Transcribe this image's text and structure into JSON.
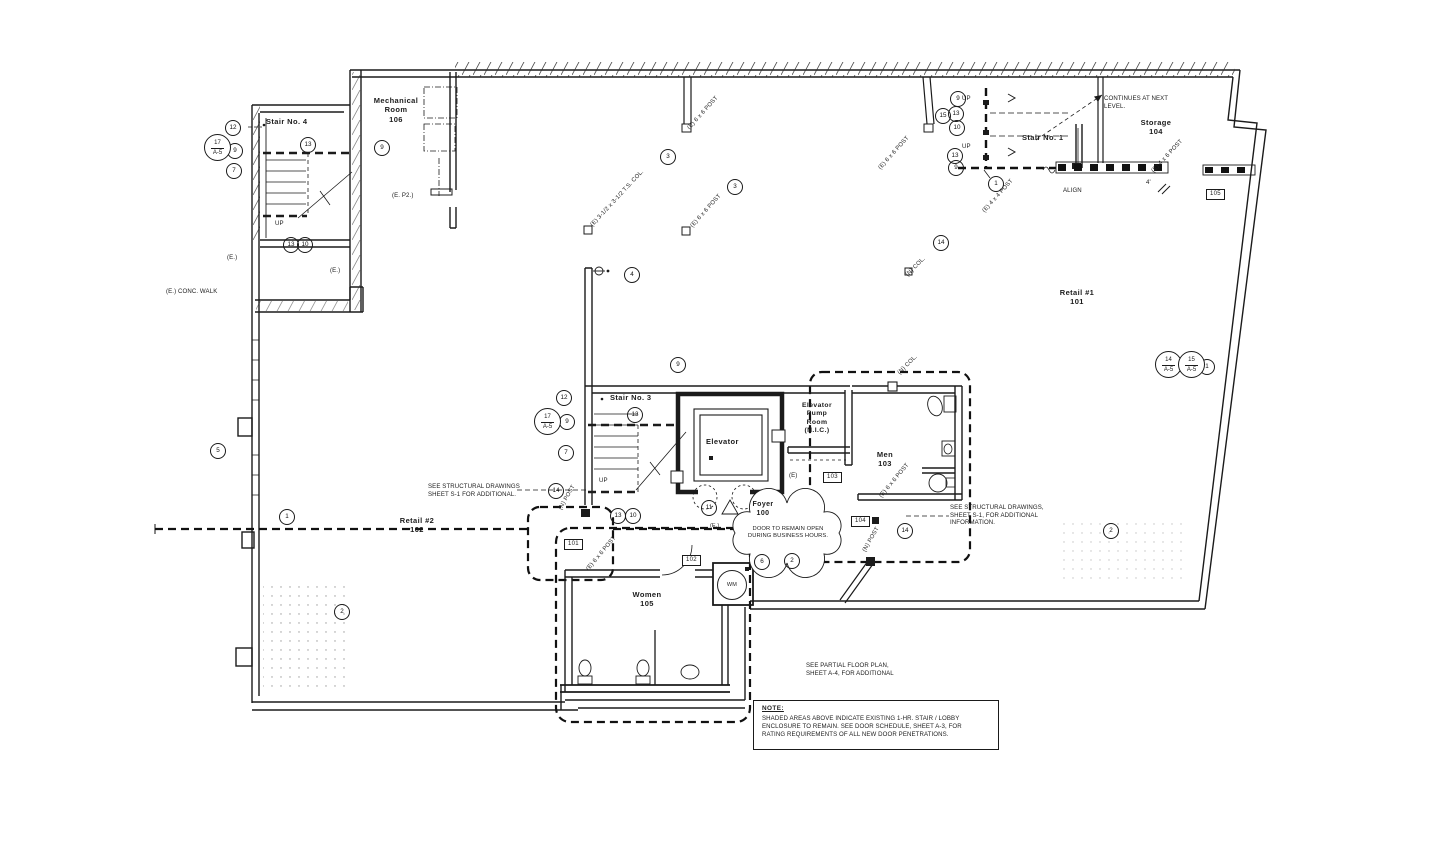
{
  "rooms": {
    "stair4": "Stair No. 4",
    "mech": "Mechanical\nRoom\n106",
    "stair1": "Stair No. 1",
    "storage": "Storage\n104",
    "retail1": "Retail #1\n101",
    "retail2": "Retail #2\n102",
    "stair3": "Stair No. 3",
    "elevator": "Elevator",
    "pump": "Elevator\nPump\nRoom\n(N.I.C.)",
    "men": "Men\n103",
    "foyer": "Foyer\n100",
    "women": "Women\n105"
  },
  "ann": {
    "conc_walk": "(E.) CONC. WALK",
    "e": "(E.)",
    "e2": "(E)",
    "e_p2": "(E. P2.)",
    "up": "UP",
    "continues": "CONTINUES AT NEXT\nLEVEL.",
    "align": "ALIGN",
    "dim4": "4'",
    "post44": "(E) 4 x 4 POST",
    "post46": "(E) 4 x 6 POST",
    "post66": "(E) 6 x 6 POST",
    "tscol": "(E) 3-1/2 x 3-1/2 T.S. COL.",
    "ncol": "(N) COL.",
    "npost": "(N) POST",
    "wm": "WM",
    "struct_left": "SEE STRUCTURAL DRAWINGS\nSHEET S-1 FOR ADDITIONAL.",
    "struct_right": "SEE STRUCTURAL DRAWINGS,\nSHEET S-1, FOR ADDITIONAL\nINFORMATION.",
    "partial": "SEE PARTIAL FLOOR PLAN,\nSHEET A-4, FOR ADDITIONAL",
    "door_open": "DOOR TO REMAIN OPEN\nDURING BUSINESS HOURS."
  },
  "note": {
    "title": "NOTE:",
    "body": "SHADED AREAS ABOVE INDICATE EXISTING 1-HR. STAIR / LOBBY\nENCLOSURE TO REMAIN. SEE DOOR SCHEDULE, SHEET A-3, FOR\nRATING REQUIREMENTS OF ALL NEW DOOR PENETRATIONS."
  },
  "keynotes": [
    "12",
    "9",
    "7",
    "13",
    "13",
    "10",
    "9",
    "3",
    "3",
    "4",
    "9",
    "9",
    "15",
    "13",
    "10",
    "13",
    "9",
    "1",
    "14",
    "1",
    "2",
    "5",
    "1",
    "2",
    "12",
    "9",
    "7",
    "14",
    "13",
    "13",
    "10",
    "11",
    "6",
    "2",
    "14"
  ],
  "detail_refs": [
    {
      "num": "17",
      "sheet": "A-5"
    },
    {
      "num": "17",
      "sheet": "A-5"
    },
    {
      "num": "14",
      "sheet": "A-5"
    },
    {
      "num": "15",
      "sheet": "A-5"
    }
  ],
  "door_tags": [
    "101",
    "102",
    "103",
    "104",
    "105"
  ]
}
